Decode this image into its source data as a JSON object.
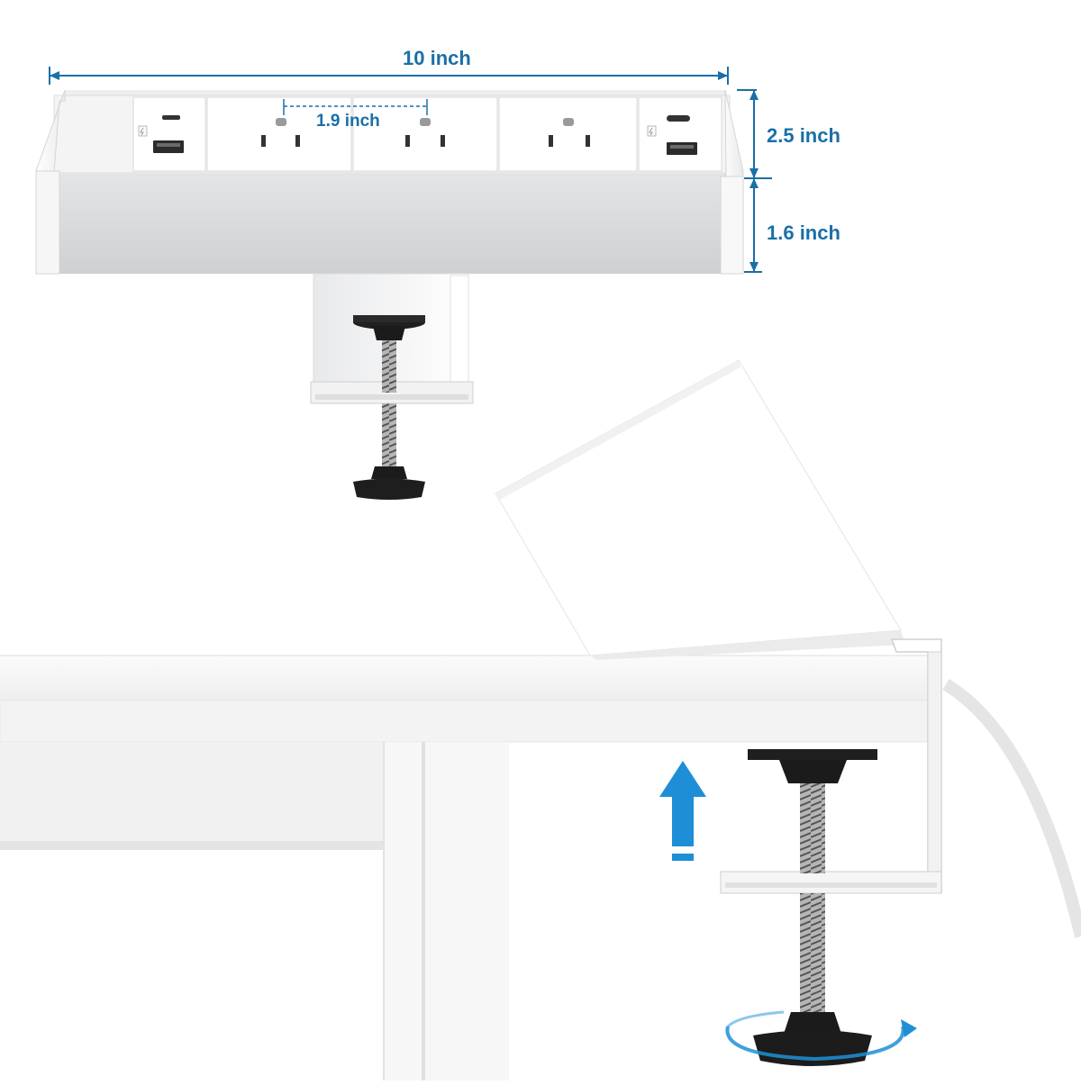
{
  "dimensions": {
    "width": "10 inch",
    "outlet_spacing": "1.9 inch",
    "total_height": "2.5 inch",
    "body_height": "1.6 inch"
  },
  "colors": {
    "dimension_blue": "#1a6fa8",
    "arrow_blue": "#1e8fd6",
    "product_white": "#f7f7f7",
    "product_gray": "#d9dadc",
    "knob_black": "#1b1b1b"
  },
  "icons": {
    "lightning": "usb-charge-icon",
    "arrow": "up-arrow-icon",
    "rotate": "rotate-arrow-icon"
  }
}
